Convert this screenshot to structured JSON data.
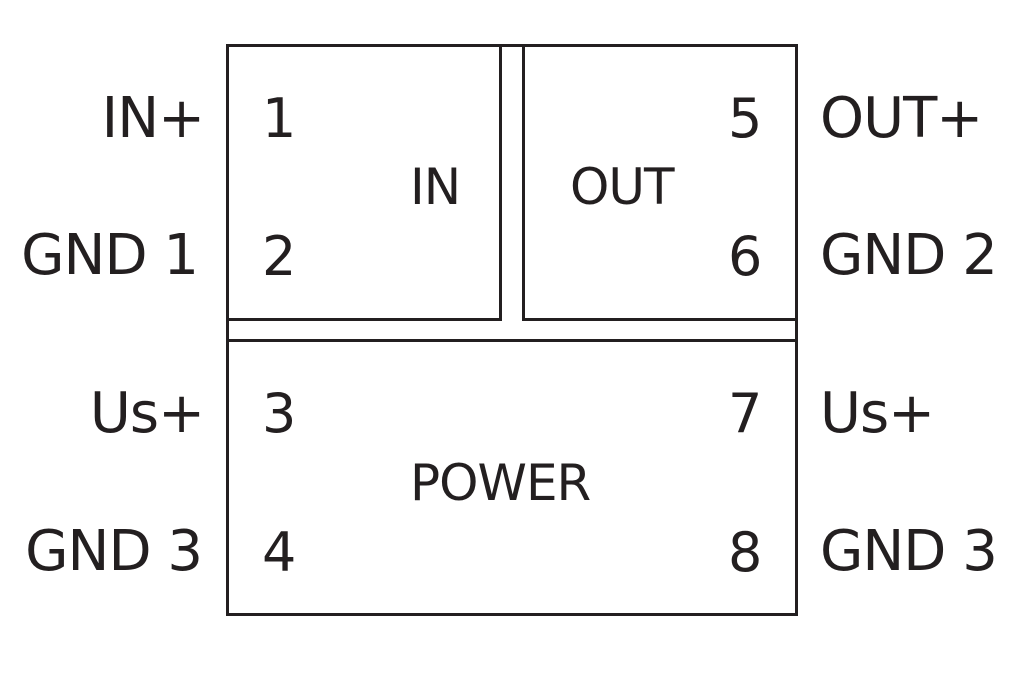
{
  "colors": {
    "line": "#231f20",
    "background": "#ffffff"
  },
  "sections": {
    "in": "IN",
    "out": "OUT",
    "power": "POWER"
  },
  "pins": {
    "p1": "1",
    "p2": "2",
    "p3": "3",
    "p4": "4",
    "p5": "5",
    "p6": "6",
    "p7": "7",
    "p8": "8"
  },
  "left_labels": {
    "in_plus": "IN+",
    "gnd1": "GND 1",
    "us_plus": "Us+",
    "gnd3": "GND 3"
  },
  "right_labels": {
    "out_plus": "OUT+",
    "gnd2": "GND 2",
    "us_plus": "Us+",
    "gnd3": "GND 3"
  }
}
